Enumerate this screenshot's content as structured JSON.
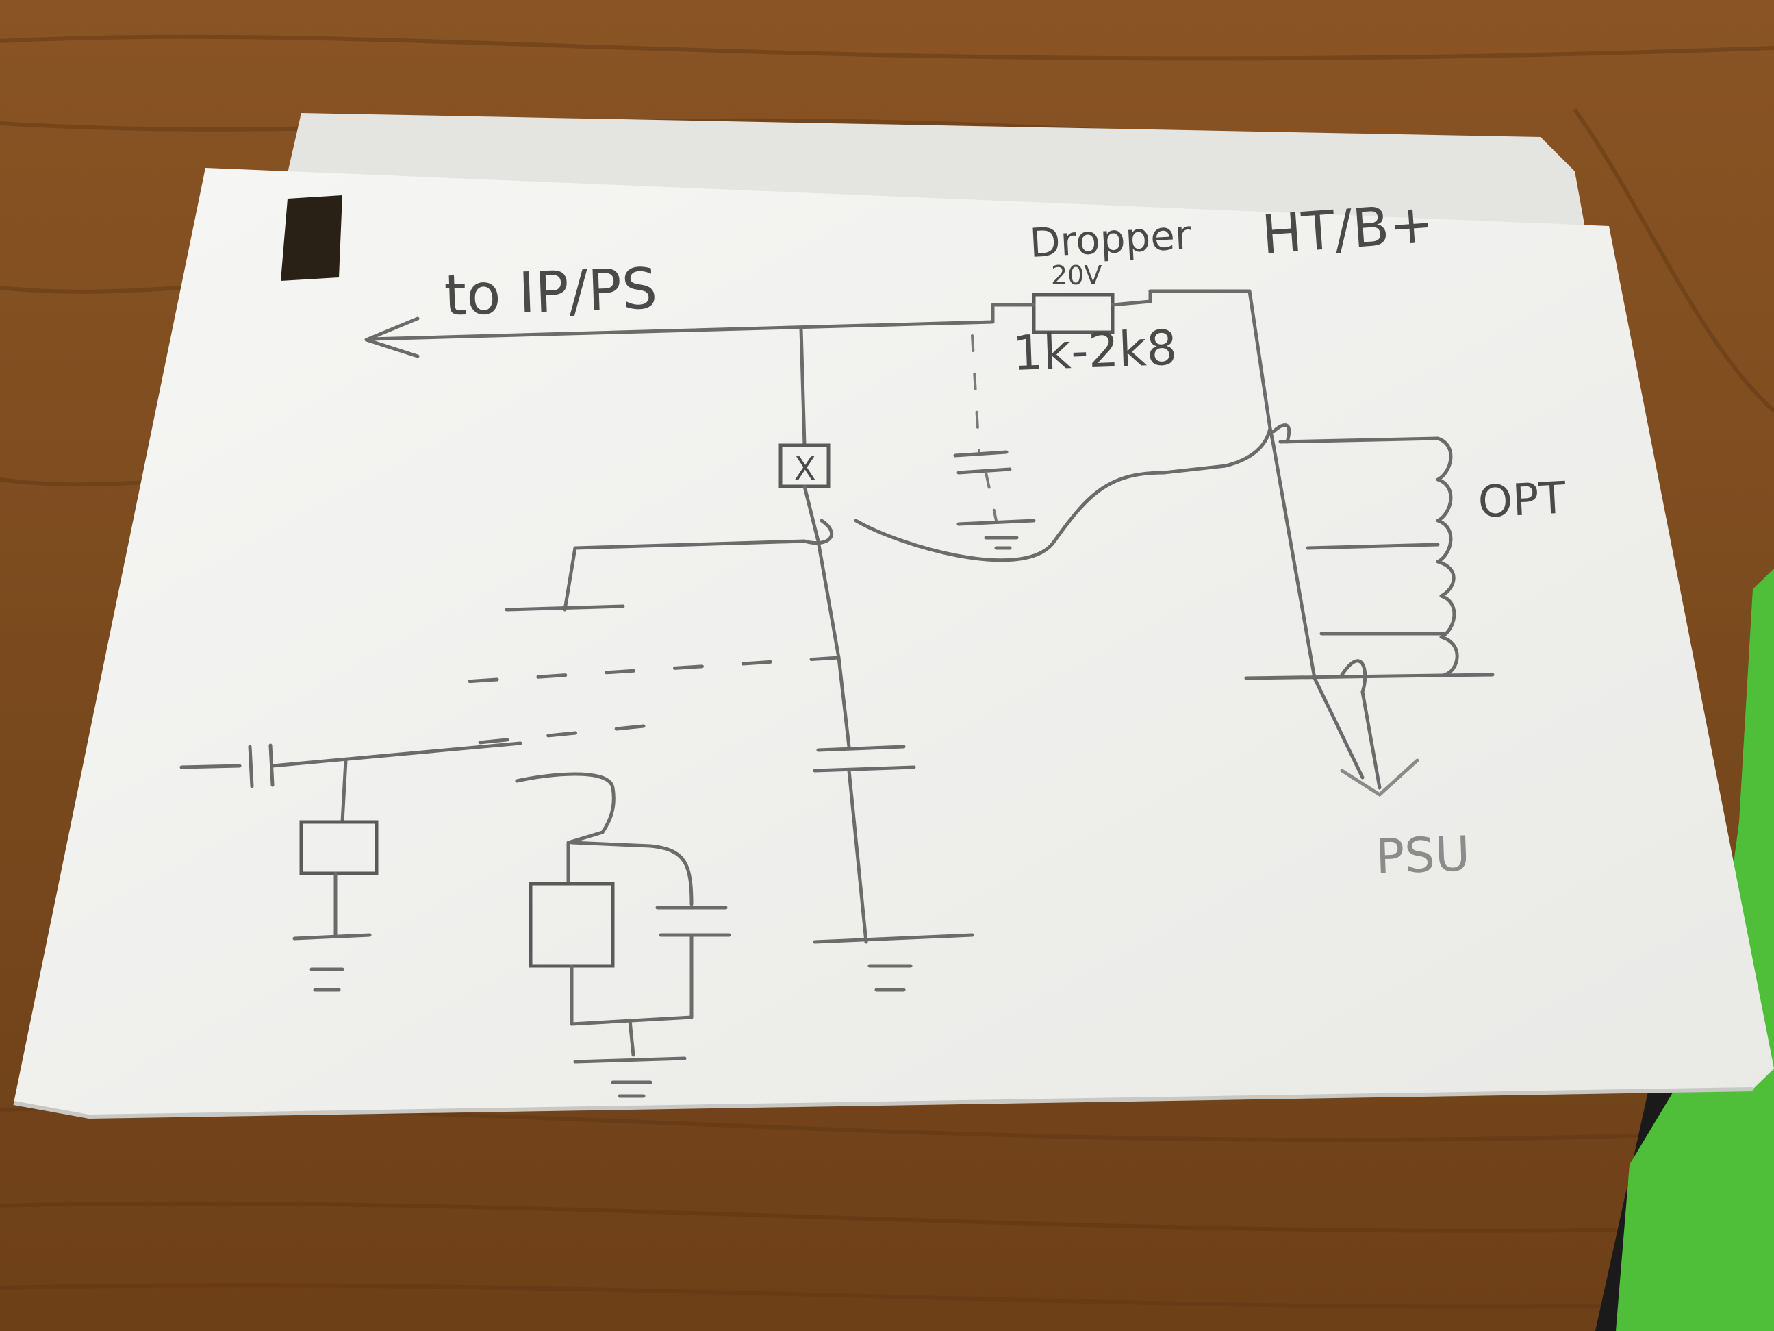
{
  "labels": {
    "to_ip": "to IP/PS",
    "dropper": "Dropper",
    "dropper_volts": "20V",
    "resistor_value": "1k-2k8",
    "ht": "HT/B+",
    "opt": "OPT",
    "psu": "PSU",
    "valve_mark": "X"
  },
  "colors": {
    "table": "#7a4a20",
    "paper": "#f1f1ef",
    "pencil": "#6b6b6b",
    "felt": "#4fbf3a"
  }
}
